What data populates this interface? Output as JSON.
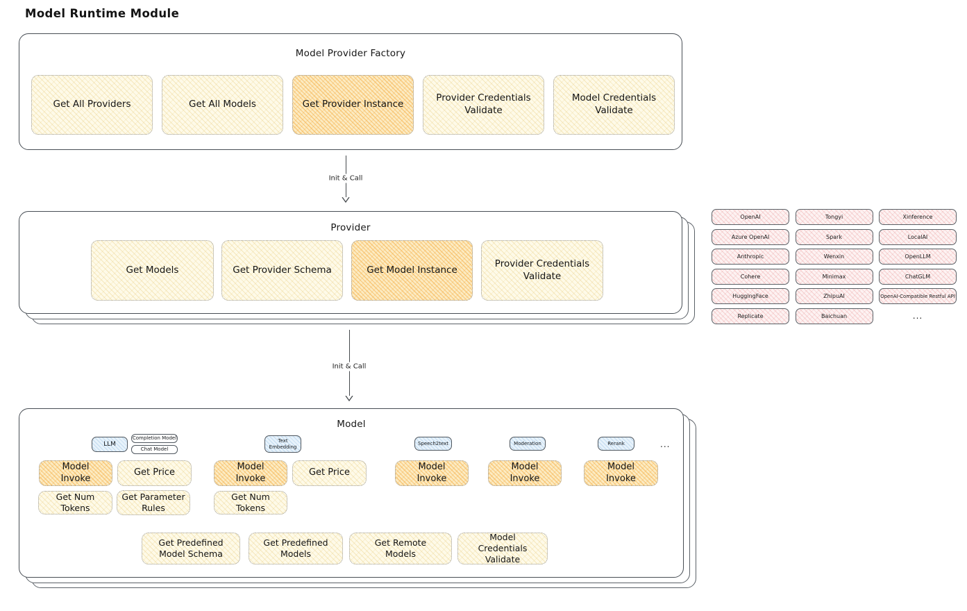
{
  "page": {
    "title": "Model Runtime Module"
  },
  "factory": {
    "title": "Model Provider Factory",
    "buttons": [
      {
        "label": "Get All Providers"
      },
      {
        "label": "Get All Models"
      },
      {
        "label": "Get Provider Instance"
      },
      {
        "label": "Provider Credentials Validate"
      },
      {
        "label": "Model Credentials Validate"
      }
    ]
  },
  "arrow_factory_provider": {
    "label": "Init & Call"
  },
  "arrow_provider_model": {
    "label": "Init & Call"
  },
  "provider": {
    "title": "Provider",
    "buttons": [
      {
        "label": "Get Models"
      },
      {
        "label": "Get Provider Schema"
      },
      {
        "label": "Get Model Instance"
      },
      {
        "label": "Provider Credentials Validate"
      }
    ]
  },
  "providers_grid": {
    "items": [
      "OpenAI",
      "Tongyi",
      "Xinference",
      "Azure OpenAI",
      "Spark",
      "LocalAI",
      "Anthropic",
      "Wenxin",
      "OpenLLM",
      "Cohere",
      "Minimax",
      "ChatGLM",
      "HuggingFace",
      "ZhipuAI",
      "OpenAI-Compatible Restful API",
      "Replicate",
      "Baichuan"
    ],
    "more_label": "..."
  },
  "model": {
    "title": "Model",
    "tags": [
      "LLM",
      "Completion Model",
      "Chat Model",
      "Text Embedding",
      "Speech2text",
      "Moderation",
      "Rerank"
    ],
    "tags_more": "...",
    "invoke_row": [
      "Model Invoke",
      "Get Price",
      "Model Invoke",
      "Get Price",
      "Model Invoke",
      "Model Invoke",
      "Model Invoke"
    ],
    "tokens_row": [
      "Get Num Tokens",
      "Get Parameter Rules",
      "Get Num Tokens"
    ],
    "bottom_row": [
      "Get Predefined Model Schema",
      "Get Predefined Models",
      "Get Remote Models",
      "Model Credentials Validate"
    ]
  },
  "colors": {
    "accent_orange": "#f4ac42",
    "light_yellow": "#fefae8",
    "provider_pink": "#fdf2f2",
    "tag_blue": "#e7f2fb"
  }
}
